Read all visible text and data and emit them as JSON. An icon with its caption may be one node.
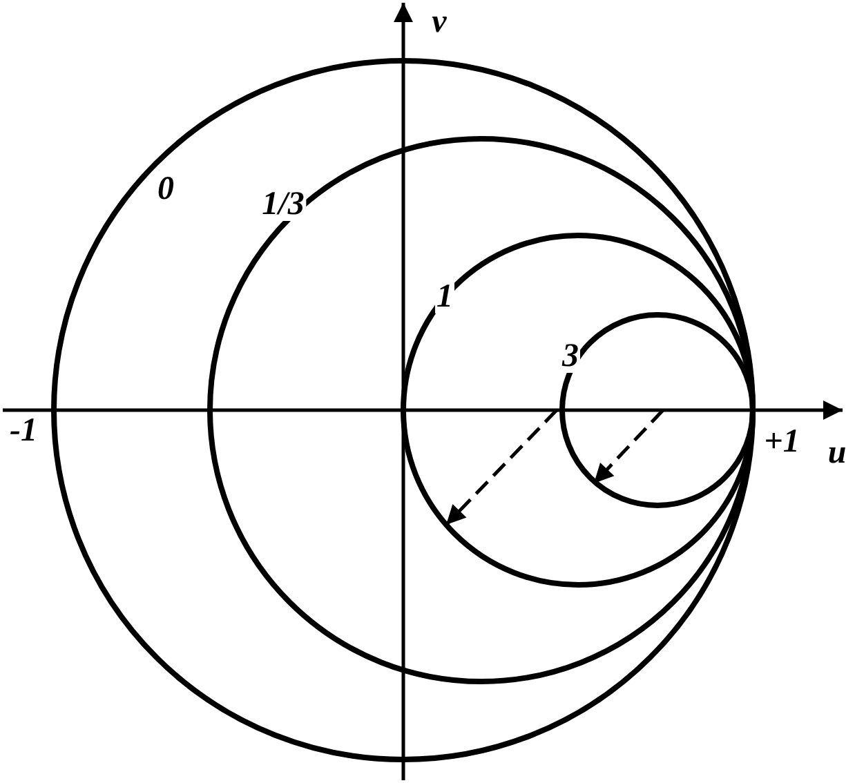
{
  "diagram": {
    "labels": [
      "v",
      "0",
      "1/3",
      "1",
      "3",
      "-1",
      "+1",
      "u"
    ]
  }
}
